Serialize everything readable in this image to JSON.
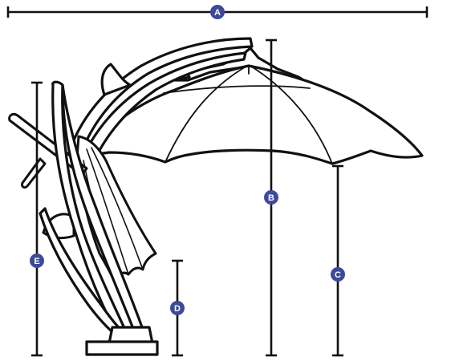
{
  "colors": {
    "line": "#111111",
    "badge": "#3d4a9c",
    "badge_text": "#ffffff",
    "background": "#ffffff"
  },
  "dimensions": {
    "a": {
      "label": "A"
    },
    "b": {
      "label": "B"
    },
    "c": {
      "label": "C"
    },
    "d": {
      "label": "D"
    },
    "e": {
      "label": "E"
    }
  }
}
